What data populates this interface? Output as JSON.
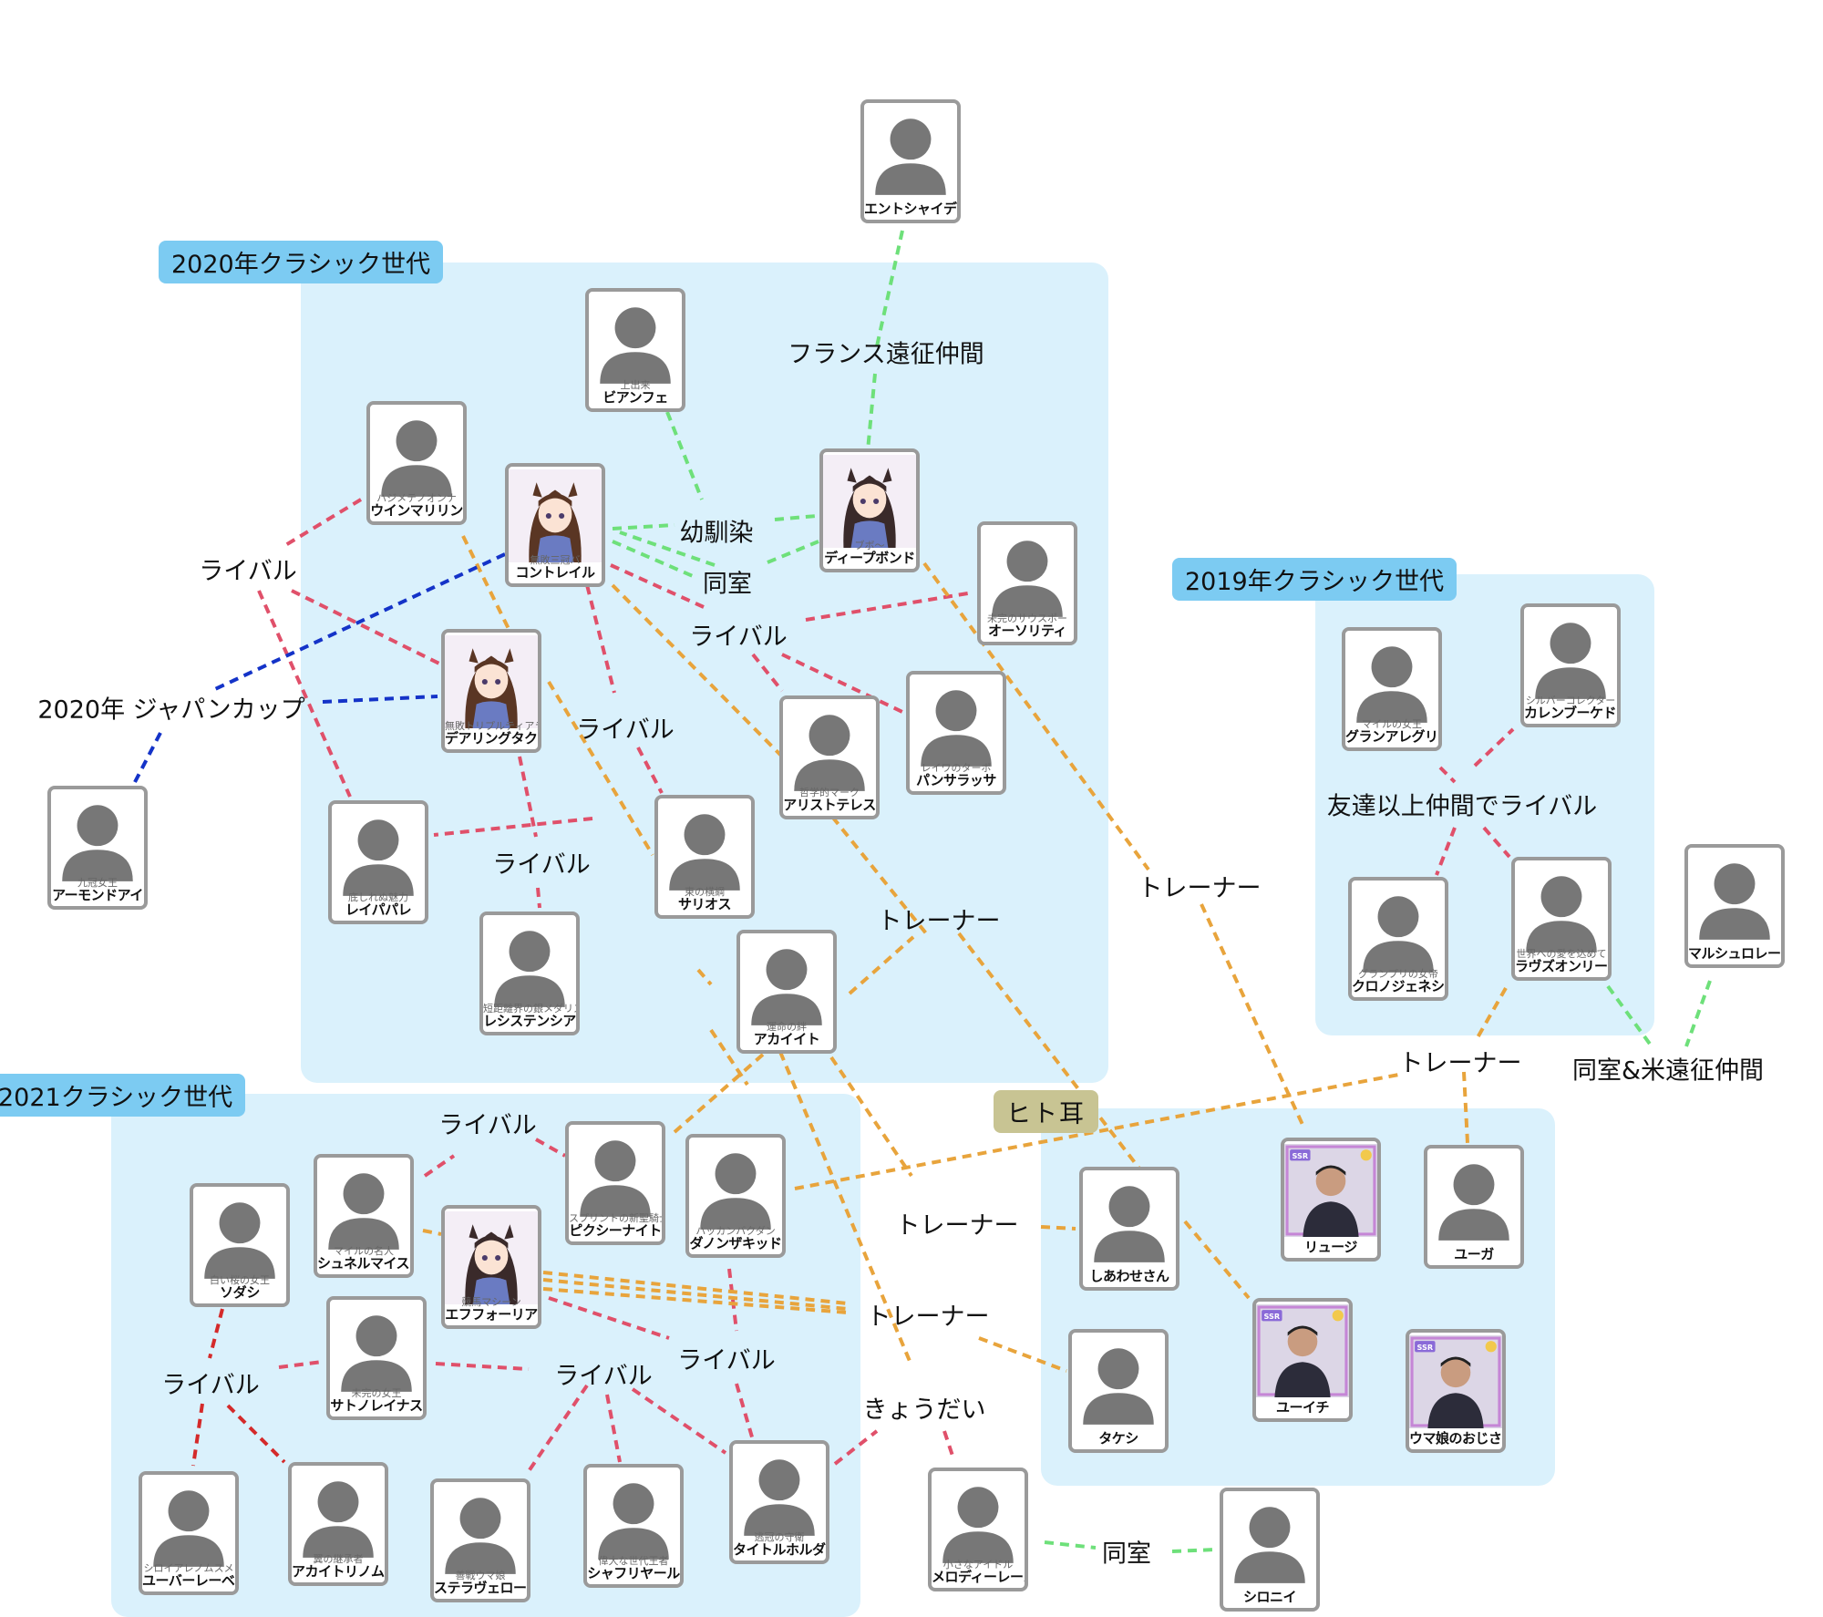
{
  "groups": [
    {
      "id": "g2020",
      "title": "2020年クラシック世代"
    },
    {
      "id": "g2019",
      "title": "2019年クラシック世代"
    },
    {
      "id": "g2021",
      "title": "2021クラシック世代"
    },
    {
      "id": "ghuman",
      "title": "ヒト耳"
    }
  ],
  "nodes": [
    {
      "id": "entsha",
      "name": "エントシャイデン",
      "sub": "",
      "avatar": "person-silhouette-icon"
    },
    {
      "id": "bienfait",
      "name": "ビアンフェ",
      "sub": "上出来",
      "avatar": "person-silhouette-icon"
    },
    {
      "id": "winmarilyn",
      "name": "ウインマリリン",
      "sub": "ハジメテノオンナ",
      "avatar": "person-silhouette-icon"
    },
    {
      "id": "contrail",
      "name": "コントレイル",
      "sub": "無敗三冠バ",
      "avatar": "anime-girl-portrait"
    },
    {
      "id": "deepbond",
      "name": "ディープボンド",
      "sub": "ブボ〜",
      "avatar": "anime-girl-portrait"
    },
    {
      "id": "ausority",
      "name": "オーソリティ",
      "sub": "未完のサウスポー",
      "avatar": "person-silhouette-icon"
    },
    {
      "id": "daring",
      "name": "デアリングタクト",
      "sub": "無敗トリプルティアラ",
      "avatar": "anime-girl-portrait"
    },
    {
      "id": "aristoteles",
      "name": "アリストテレス",
      "sub": "哲学的マーク",
      "avatar": "person-silhouette-icon"
    },
    {
      "id": "pansarassa",
      "name": "パンサラッサ",
      "sub": "レイワのターボ",
      "avatar": "person-silhouette-icon"
    },
    {
      "id": "almond",
      "name": "アーモンドアイ",
      "sub": "九冠女王",
      "avatar": "person-silhouette-icon"
    },
    {
      "id": "reiparure",
      "name": "レイパパレ",
      "sub": "底しれぬ魅力",
      "avatar": "person-silhouette-icon"
    },
    {
      "id": "salios",
      "name": "サリオス",
      "sub": "東の横綱",
      "avatar": "person-silhouette-icon"
    },
    {
      "id": "resistencia",
      "name": "レシステンシア",
      "sub": "短距離界の銀メダリスト",
      "avatar": "person-silhouette-icon"
    },
    {
      "id": "akaitе",
      "name": "アカイイト",
      "sub": "運命の絆",
      "avatar": "person-silhouette-icon"
    },
    {
      "id": "granalegria",
      "name": "グランアレグリア",
      "sub": "マイルの女王",
      "avatar": "person-silhouette-icon"
    },
    {
      "id": "karenbouquet",
      "name": "カレンブーケドール",
      "sub": "シルバーコレクター",
      "avatar": "person-silhouette-icon"
    },
    {
      "id": "chrono",
      "name": "クロノジェネシス",
      "sub": "グランプリの女帝",
      "avatar": "person-silhouette-icon"
    },
    {
      "id": "lovesonly",
      "name": "ラヴズオンリーユー",
      "sub": "世界への愛を込めて",
      "avatar": "person-silhouette-icon"
    },
    {
      "id": "marsh",
      "name": "マルシュロレーヌ",
      "sub": "",
      "avatar": "person-silhouette-icon"
    },
    {
      "id": "pixie",
      "name": "ピクシーナイト",
      "sub": "スプリントの新聖騎士",
      "avatar": "person-silhouette-icon"
    },
    {
      "id": "danon",
      "name": "ダノンザキッド",
      "sub": "ハッカンバクダン",
      "avatar": "person-silhouette-icon"
    },
    {
      "id": "schnell",
      "name": "シュネルマイスター",
      "sub": "マイルの名人",
      "avatar": "person-silhouette-icon"
    },
    {
      "id": "sodashi",
      "name": "ソダシ",
      "sub": "白い桜の女王",
      "avatar": "person-silhouette-icon"
    },
    {
      "id": "efforia",
      "name": "エフフォーリア",
      "sub": "競馬マシーン",
      "avatar": "anime-girl-portrait"
    },
    {
      "id": "satono",
      "name": "サトノレイナス",
      "sub": "未完の女王",
      "avatar": "person-silhouette-icon"
    },
    {
      "id": "uberleben",
      "name": "ユーバーレーベン",
      "sub": "シロイアレノムスメ",
      "avatar": "person-silhouette-icon"
    },
    {
      "id": "akaitori",
      "name": "アカイトリノムスメ",
      "sub": "翼の継承者",
      "avatar": "person-silhouette-icon"
    },
    {
      "id": "stella",
      "name": "ステラヴェローチェ",
      "sub": "善戦ウマ娘",
      "avatar": "person-silhouette-icon"
    },
    {
      "id": "shahryar",
      "name": "シャフリヤール",
      "sub": "偉大な世代王者",
      "avatar": "person-silhouette-icon"
    },
    {
      "id": "titleholder",
      "name": "タイトルホルダー",
      "sub": "逃冠の守衛",
      "avatar": "person-silhouette-icon"
    },
    {
      "id": "melody",
      "name": "メロディーレーン",
      "sub": "小さなアイドル",
      "avatar": "person-silhouette-icon"
    },
    {
      "id": "shironi",
      "name": "シロニイ",
      "sub": "",
      "avatar": "person-silhouette-icon"
    },
    {
      "id": "shiawase",
      "name": "しあわせさん",
      "sub": "",
      "avatar": "person-silhouette-icon"
    },
    {
      "id": "takeshi",
      "name": "タケシ",
      "sub": "",
      "avatar": "person-silhouette-icon"
    },
    {
      "id": "ryuji",
      "name": "リュージ",
      "sub": "",
      "avatar": "ssr-photo-card",
      "badge": "SSR"
    },
    {
      "id": "yuga",
      "name": "ユーガ",
      "sub": "",
      "avatar": "person-silhouette-icon"
    },
    {
      "id": "yuichi",
      "name": "ユーイチ",
      "sub": "",
      "avatar": "ssr-photo-card",
      "badge": "SSR"
    },
    {
      "id": "umaojisan",
      "name": "ウマ娘のおじさん",
      "sub": "",
      "avatar": "ssr-photo-card",
      "badge": "SSR"
    }
  ],
  "relation_labels": [
    {
      "id": "france",
      "text": "フランス遠征仲間"
    },
    {
      "id": "osananajimi",
      "text": "幼馴染"
    },
    {
      "id": "doushitsu1",
      "text": "同室"
    },
    {
      "id": "rival1",
      "text": "ライバル"
    },
    {
      "id": "rival2",
      "text": "ライバル"
    },
    {
      "id": "japancup",
      "text": "2020年 ジャパンカップ"
    },
    {
      "id": "rival3",
      "text": "ライバル"
    },
    {
      "id": "rival4",
      "text": "ライバル"
    },
    {
      "id": "trainer1",
      "text": "トレーナー"
    },
    {
      "id": "trainer2",
      "text": "トレーナー"
    },
    {
      "id": "tomodachi",
      "text": "友達以上仲間でライバル"
    },
    {
      "id": "trainer3",
      "text": "トレーナー"
    },
    {
      "id": "doushitsu_bei",
      "text": "同室&米遠征仲間"
    },
    {
      "id": "rival5",
      "text": "ライバル"
    },
    {
      "id": "trainer4",
      "text": "トレーナー"
    },
    {
      "id": "trainer5",
      "text": "トレーナー"
    },
    {
      "id": "rival6",
      "text": "ライバル"
    },
    {
      "id": "rival7",
      "text": "ライバル"
    },
    {
      "id": "rival8",
      "text": "ライバル"
    },
    {
      "id": "kyoudai",
      "text": "きょうだい"
    },
    {
      "id": "doushitsu2",
      "text": "同室"
    }
  ],
  "edge_colors": {
    "green": "#6ee07a",
    "red": "#e0506a",
    "orange": "#e8a43c",
    "blue": "#1433c8",
    "crimson": "#d42a2a"
  }
}
